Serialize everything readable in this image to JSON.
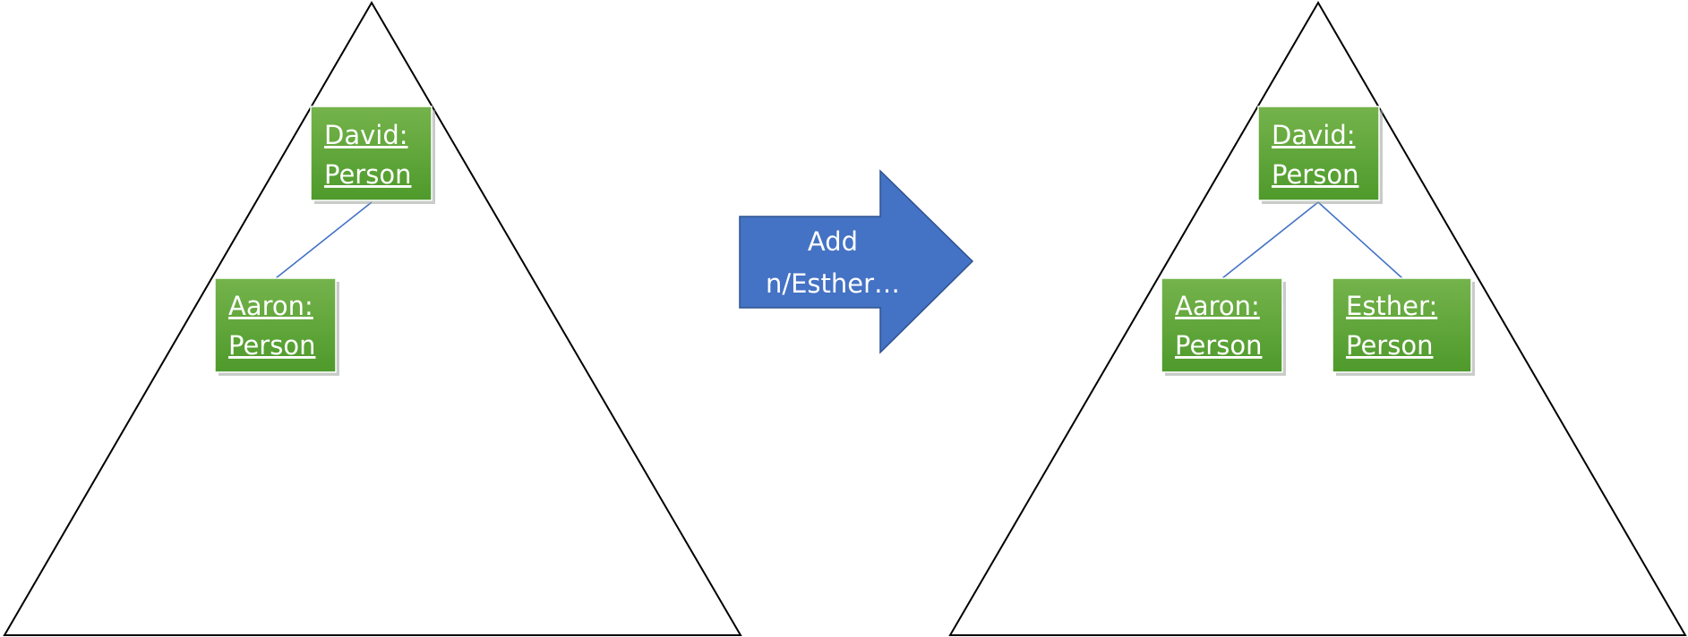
{
  "colors": {
    "node_fill_top": "#70ad47",
    "node_fill_bottom": "#4f9a2c",
    "edge": "#4472c4",
    "arrow": "#4472c4",
    "outline": "#000000",
    "text": "#ffffff"
  },
  "action_arrow": {
    "line1": "Add",
    "line2": "n/Esther…"
  },
  "before_tree": {
    "root": {
      "line1": "David:",
      "line2": "Person"
    },
    "left_child": {
      "line1": "Aaron:",
      "line2": "Person"
    }
  },
  "after_tree": {
    "root": {
      "line1": "David:",
      "line2": "Person"
    },
    "left_child": {
      "line1": "Aaron:",
      "line2": "Person"
    },
    "right_child": {
      "line1": "Esther:",
      "line2": "Person"
    }
  }
}
